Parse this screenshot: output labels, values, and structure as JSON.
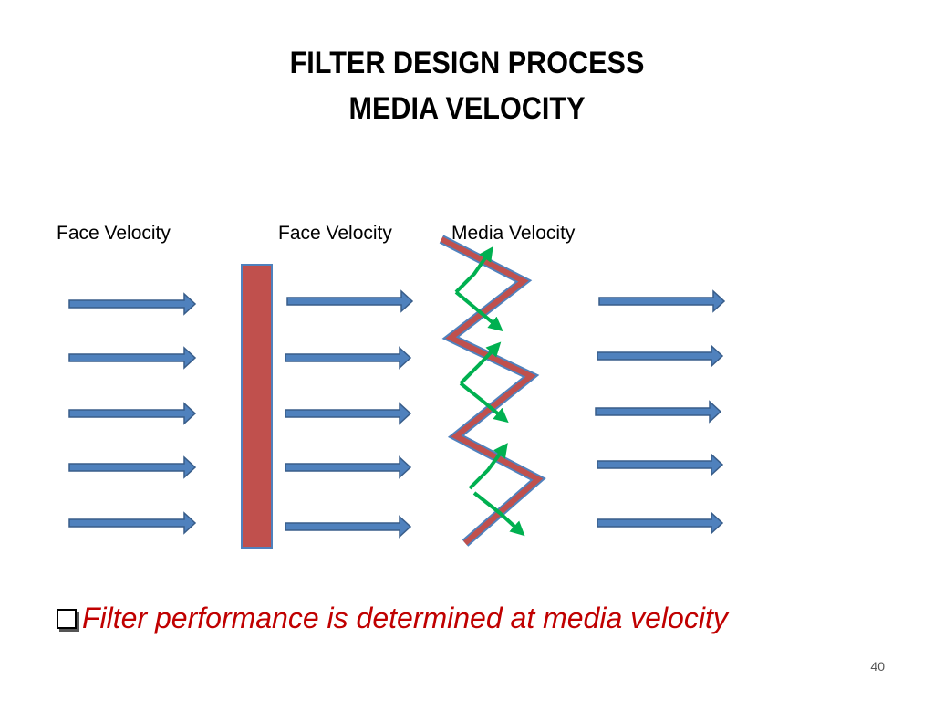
{
  "slide": {
    "title_line1": "FILTER DESIGN PROCESS",
    "title_line2": "MEDIA VELOCITY",
    "labels": {
      "face_velocity_upstream": "Face Velocity",
      "face_velocity_downstream": "Face Velocity",
      "media_velocity": "Media Velocity"
    },
    "bullet": {
      "icon": "checkbox-bullet-icon",
      "text": "Filter performance is determined at media velocity"
    },
    "page_number": "40"
  },
  "colors": {
    "arrow_fill": "#4f81bd",
    "arrow_stroke": "#385d8a",
    "filter_fill": "#c0504d",
    "filter_border": "#4f81bd",
    "media_arrow": "#00b050",
    "bullet_text": "#c00000"
  }
}
